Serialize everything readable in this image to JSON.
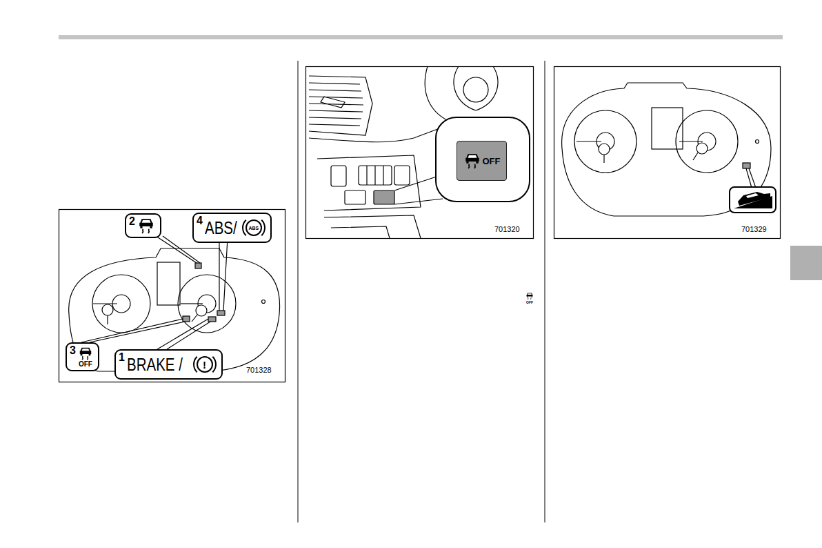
{
  "diagram": {
    "nodes": [
      {
        "text": [
          "2"
        ]
      },
      {
        "text": [
          "4",
          "ABS/",
          "ABS"
        ]
      },
      {
        "text": [
          "3",
          "OFF"
        ]
      },
      {
        "text": [
          "1",
          "BRAKE /",
          "!"
        ]
      },
      {
        "text": [
          "OFF"
        ]
      }
    ],
    "labels": [
      "701328",
      "OFF",
      "701320",
      "701329"
    ]
  }
}
